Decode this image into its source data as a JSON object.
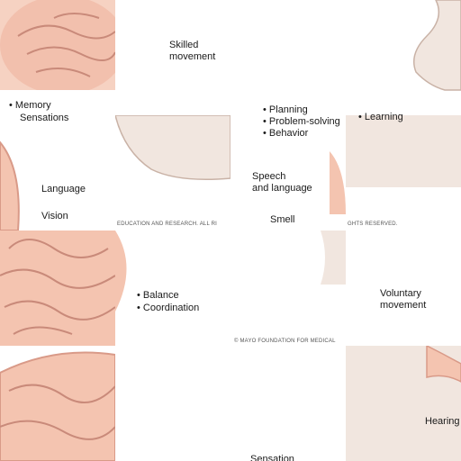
{
  "labels": {
    "memory": "• Memory",
    "sensations": "Sensations",
    "skilled_movement": "Skilled\nmovement",
    "planning": "• Planning",
    "problem_solving": "• Problem-solving",
    "behavior": "• Behavior",
    "learning": "• Learning",
    "language": "Language",
    "vision": "Vision",
    "speech_and_language": "Speech\nand language",
    "smell": "Smell",
    "balance": "• Balance",
    "coordination": "• Coordination",
    "voluntary_movement": "Voluntary\nmovement",
    "hearing": "Hearing",
    "sensation_partial": "Sensation"
  },
  "copyright": {
    "fragment_1": "EDUCATION AND RESEARCH. ALL RI",
    "fragment_2": "GHTS RESERVED.",
    "fragment_3": "© MAYO FOUNDATION FOR MEDICAL"
  },
  "colors": {
    "brain": "#f4c4b0",
    "brain_fold": "#d99a88",
    "skin": "#f1e6df",
    "skin_edge": "#c9b2a6",
    "skull": "#e8e0dc"
  }
}
